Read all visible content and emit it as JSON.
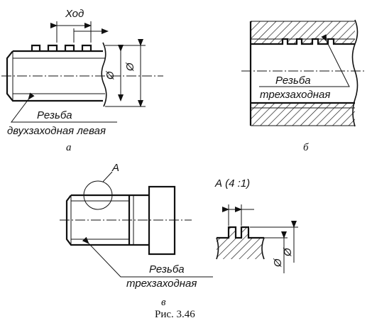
{
  "view_a": {
    "lead_label": "Ход",
    "dia_inner": "Ø",
    "dia_outer": "Ø",
    "thread_label_line1": "Резьба",
    "thread_label_line2": "двухзаходная левая",
    "caption": "а"
  },
  "view_b": {
    "thread_label_line1": "Резьба",
    "thread_label_line2": "трехзаходная",
    "caption": "б"
  },
  "view_c": {
    "callout_letter": "А",
    "detail_title": "А (4 :1)",
    "dia_inner": "Ø",
    "dia_outer": "Ø",
    "thread_label_line1": "Резьба",
    "thread_label_line2": "трехзаходная",
    "caption": "в"
  },
  "figure_caption": "Рис. 3.46"
}
